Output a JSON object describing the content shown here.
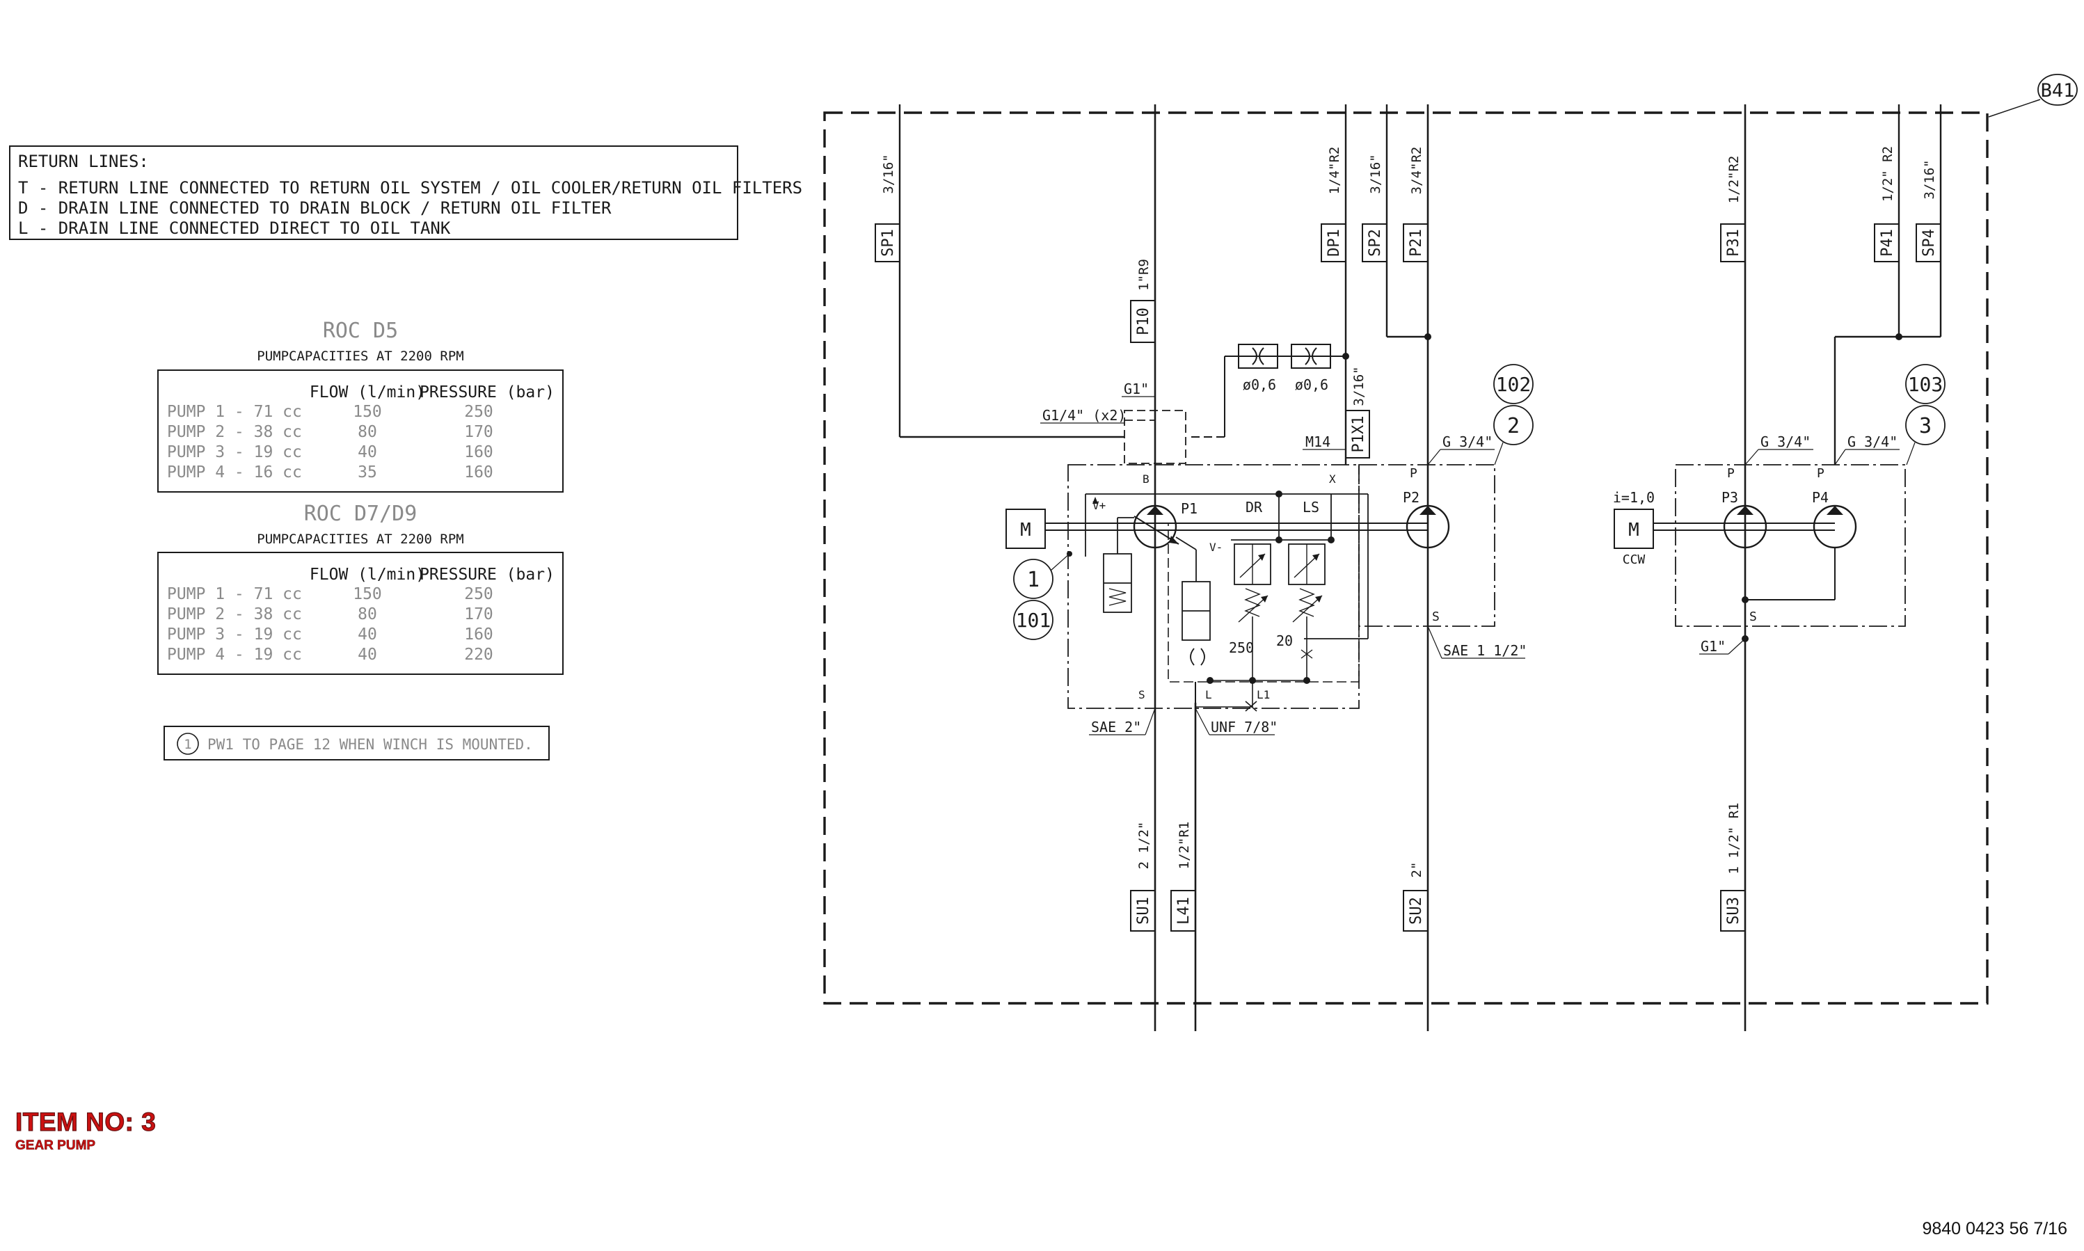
{
  "return_lines": {
    "title": "RETURN LINES:",
    "lines": [
      "T - RETURN LINE CONNECTED TO RETURN OIL SYSTEM / OIL COOLER/RETURN OIL FILTERS",
      "D - DRAIN LINE CONNECTED TO DRAIN BLOCK /  RETURN OIL FILTER",
      "L - DRAIN LINE CONNECTED DIRECT TO OIL TANK"
    ]
  },
  "table_d5": {
    "title": "ROC D5",
    "subtitle": "PUMPCAPACITIES AT 2200 RPM",
    "col_flow": "FLOW (l/min)",
    "col_pressure": "PRESSURE (bar)",
    "rows": [
      {
        "pump": "PUMP 1 - 71 cc",
        "flow": "150",
        "pressure": "250"
      },
      {
        "pump": "PUMP 2 - 38 cc",
        "flow": "80",
        "pressure": "170"
      },
      {
        "pump": "PUMP 3 - 19 cc",
        "flow": "40",
        "pressure": "160"
      },
      {
        "pump": "PUMP 4 - 16 cc",
        "flow": "35",
        "pressure": "160"
      }
    ]
  },
  "table_d7d9": {
    "title": "ROC D7/D9",
    "subtitle": "PUMPCAPACITIES AT 2200 RPM",
    "col_flow": "FLOW (l/min)",
    "col_pressure": "PRESSURE (bar)",
    "rows": [
      {
        "pump": "PUMP 1 - 71 cc",
        "flow": "150",
        "pressure": "250"
      },
      {
        "pump": "PUMP 2 - 38 cc",
        "flow": "80",
        "pressure": "170"
      },
      {
        "pump": "PUMP 3 - 19 cc",
        "flow": "40",
        "pressure": "160"
      },
      {
        "pump": "PUMP 4 - 19 cc",
        "flow": "40",
        "pressure": "220"
      }
    ]
  },
  "note": {
    "num": "1",
    "text": "PW1 TO PAGE 12 WHEN WINCH IS MOUNTED."
  },
  "schematic": {
    "frame_tag": "B41",
    "top_ports": {
      "sp1": "SP1",
      "sp1_size": "3/16\"",
      "p10": "P10",
      "p10_size": "1\"R9",
      "dp1": "DP1",
      "dp1_size": "1/4\"R2",
      "sp2": "SP2",
      "sp2_size": "3/16\"",
      "p21": "P21",
      "p21_size": "3/4\"R2",
      "p31": "P31",
      "p31_size": "1/2\"R2",
      "p41": "P41",
      "p41_size": "1/2\" R2",
      "sp4": "SP4",
      "sp4_size": "3/16\""
    },
    "bottom_ports": {
      "su1": "SU1",
      "su1_size": "2 1/2\"",
      "l41": "L41",
      "l41_size": "1/2\"R1",
      "su2": "SU2",
      "su2_size": "2\"",
      "su3": "SU3",
      "su3_size": "1 1/2\" R1"
    },
    "p1x1": "P1X1",
    "p1x1_size": "3/16\"",
    "orifice_1": "ø0,6",
    "orifice_2": "ø0,6",
    "label_g1": "G1\"",
    "label_g14x2": "G1/4\" (x2)",
    "label_m14": "M14",
    "label_g34_a": "G 3/4\"",
    "label_g34_b": "G 3/4\"",
    "label_g34_c": "G 3/4\"",
    "label_sae2": "SAE 2\"",
    "label_unf": "UNF 7/8\"",
    "label_sae112": "SAE 1 1/2\"",
    "label_g1_b": "G1\"",
    "pump1": "P1",
    "pump2": "P2",
    "pump3": "P3",
    "pump4": "P4",
    "motor_1": "M",
    "motor_2": "M",
    "ratio": "i=1,0",
    "rotation": "CCW",
    "port_b": "B",
    "port_x": "X",
    "port_s1": "S",
    "port_l": "L",
    "port_l1": "L1",
    "port_p2": "P",
    "port_s2": "S",
    "port_p3": "P",
    "port_p4": "P",
    "port_s3": "S",
    "dr": "DR",
    "ls": "LS",
    "vplus": "V+",
    "vminus": "V-",
    "set_250": "250",
    "set_20": "20",
    "bubble_1": "1",
    "bubble_101": "101",
    "bubble_102": "102",
    "bubble_2": "2",
    "bubble_103": "103",
    "bubble_3": "3"
  },
  "item": {
    "number": "ITEM NO: 3",
    "description": "GEAR PUMP"
  },
  "doc_number": "9840 0423 56 7/16"
}
